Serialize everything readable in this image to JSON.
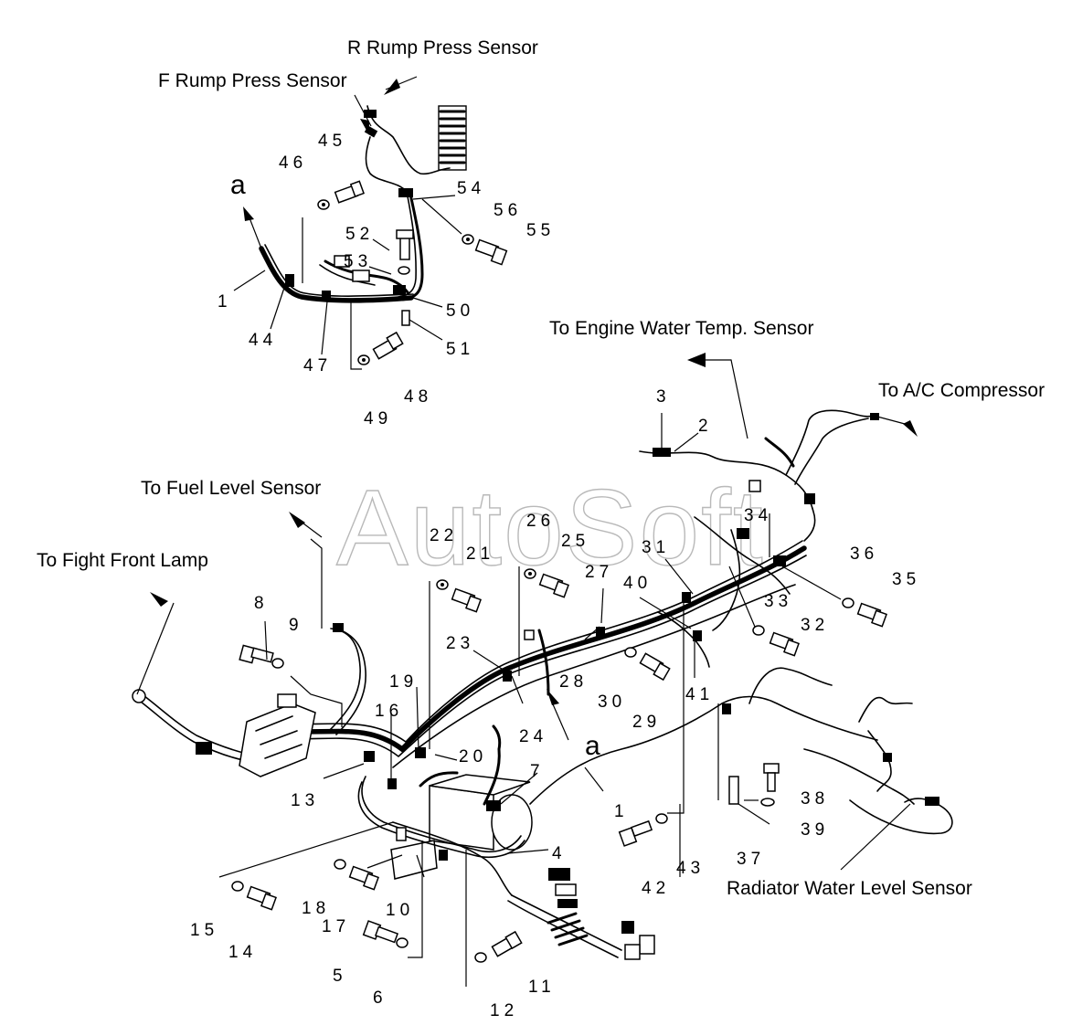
{
  "watermark": "AutoSoft",
  "callouts": {
    "r_rump": "R Rump Press Sensor",
    "f_rump": "F Rump Press Sensor",
    "engine_water": "To Engine Water Temp. Sensor",
    "ac_compressor": "To A/C Compressor",
    "fuel_level": "To Fuel Level Sensor",
    "front_lamp": "To Fight Front Lamp",
    "radiator_level": "Radiator Water Level Sensor"
  },
  "connection_marks": {
    "upper": "a",
    "lower": "a"
  },
  "part_numbers": {
    "p1_upper": "1",
    "p1_lower": "1",
    "p2": "2",
    "p3": "3",
    "p4": "4",
    "p5": "5",
    "p6": "6",
    "p7": "7",
    "p8": "8",
    "p9": "9",
    "p10": "10",
    "p11": "11",
    "p12": "12",
    "p13": "13",
    "p14": "14",
    "p15": "15",
    "p16": "16",
    "p17": "17",
    "p18": "18",
    "p19": "19",
    "p20": "20",
    "p21": "21",
    "p22": "22",
    "p23": "23",
    "p24": "24",
    "p25": "25",
    "p26": "26",
    "p27": "27",
    "p28": "28",
    "p29": "29",
    "p30": "30",
    "p31": "31",
    "p32": "32",
    "p33": "33",
    "p34": "34",
    "p35": "35",
    "p36": "36",
    "p37": "37",
    "p38": "38",
    "p39": "39",
    "p40": "40",
    "p41": "41",
    "p42": "42",
    "p43": "43",
    "p44": "44",
    "p45": "45",
    "p46": "46",
    "p47": "47",
    "p48": "48",
    "p49": "49",
    "p50": "50",
    "p51": "51",
    "p52": "52",
    "p53": "53",
    "p54": "54",
    "p55": "55",
    "p56": "56"
  }
}
